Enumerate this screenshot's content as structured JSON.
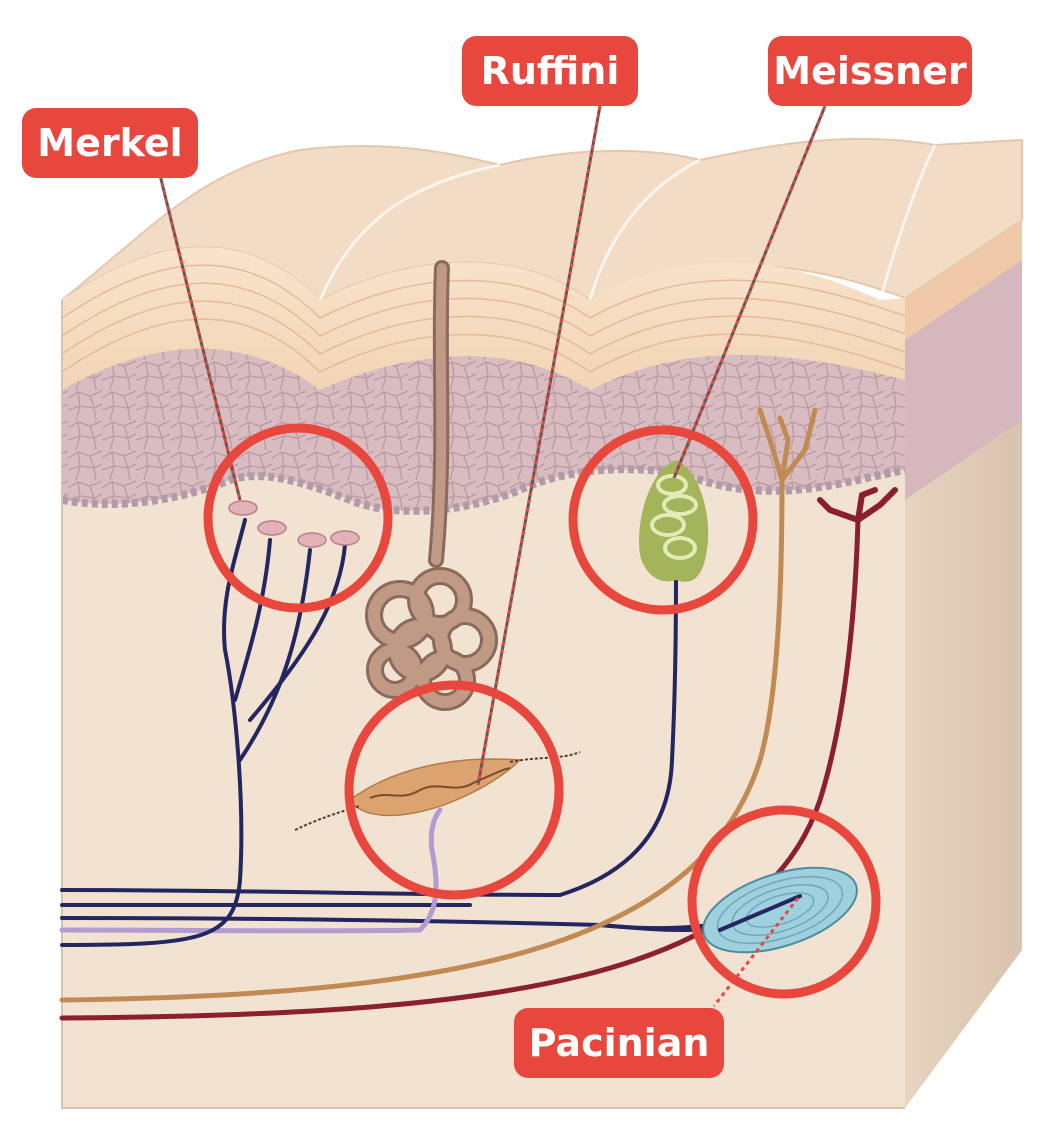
{
  "labels": {
    "merkel": "Merkel",
    "ruffini": "Ruffini",
    "meissner": "Meissner",
    "pacinian": "Pacinian"
  },
  "colors": {
    "label_bg": "#e8473e",
    "label_text": "#ffffff",
    "highlight_ring": "#e8473e",
    "epidermis": "#f4d3b8",
    "cell_layer": "#d9bcc0",
    "dermis": "#f1e2d1",
    "sensory_nerve": "#232660",
    "motor_nerve": "#8b1f2b",
    "free_nerve": "#c18a53",
    "sweat_gland": "#c19a86",
    "meissner_corpuscle": "#a4b45a",
    "pacinian_corpuscle": "#9fd0de",
    "ruffini_ending": "#dba36f"
  },
  "icons": [
    "merkel-disc-icon",
    "ruffini-ending-icon",
    "meissner-corpuscle-icon",
    "pacinian-corpuscle-icon",
    "sweat-gland-icon",
    "free-nerve-ending-icon"
  ]
}
